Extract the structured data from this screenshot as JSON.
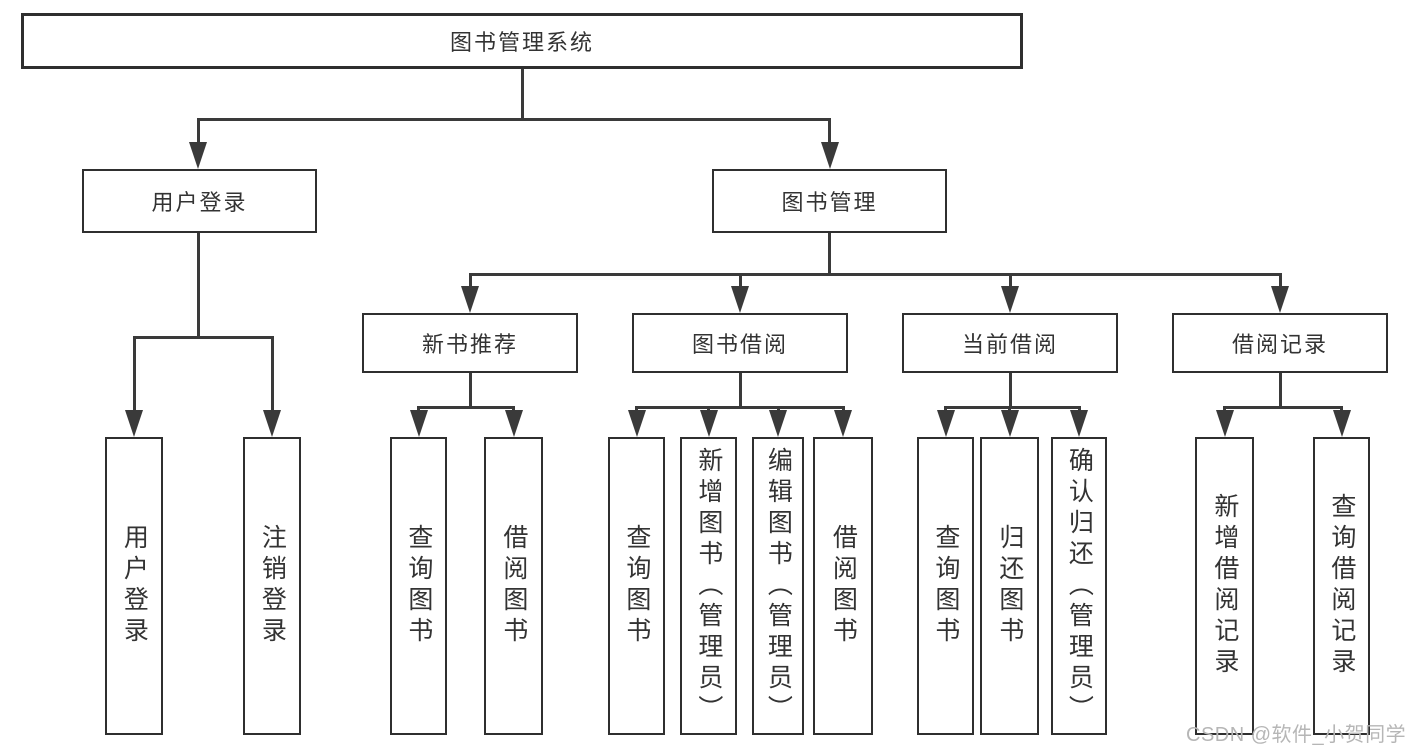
{
  "nodes": {
    "root": "图书管理系统",
    "user_login": "用户登录",
    "book_mgmt": "图书管理",
    "new_book_rec": "新书推荐",
    "book_borrow": "图书借阅",
    "current_borrow": "当前借阅",
    "borrow_record": "借阅记录",
    "leaf_user_login": "用户登录",
    "leaf_logout": "注销登录",
    "leaf_rec_query_books": "查询图书",
    "leaf_rec_borrow_books": "借阅图书",
    "leaf_bb_query_books": "查询图书",
    "leaf_bb_add_books": "新增图书（管理员）",
    "leaf_bb_edit_books": "编辑图书（管理员）",
    "leaf_bb_borrow_books": "借阅图书",
    "leaf_cb_query_books": "查询图书",
    "leaf_cb_return_books": "归还图书",
    "leaf_cb_confirm_return": "确认归还（管理员）",
    "leaf_br_add_record": "新增借阅记录",
    "leaf_br_query_record": "查询借阅记录"
  },
  "hierarchy": {
    "图书管理系统": {
      "用户登录": [
        "用户登录",
        "注销登录"
      ],
      "图书管理": {
        "新书推荐": [
          "查询图书",
          "借阅图书"
        ],
        "图书借阅": [
          "查询图书",
          "新增图书（管理员）",
          "编辑图书（管理员）",
          "借阅图书"
        ],
        "当前借阅": [
          "查询图书",
          "归还图书",
          "确认归还（管理员）"
        ],
        "借阅记录": [
          "新增借阅记录",
          "查询借阅记录"
        ]
      }
    }
  },
  "watermark": "CSDN @软件_小贺同学",
  "colors": {
    "line": "#3a3a3a",
    "border": "#2f2f2f",
    "text": "#333333",
    "box_fill": "#ffffff",
    "watermark": "#b6b6b6"
  }
}
